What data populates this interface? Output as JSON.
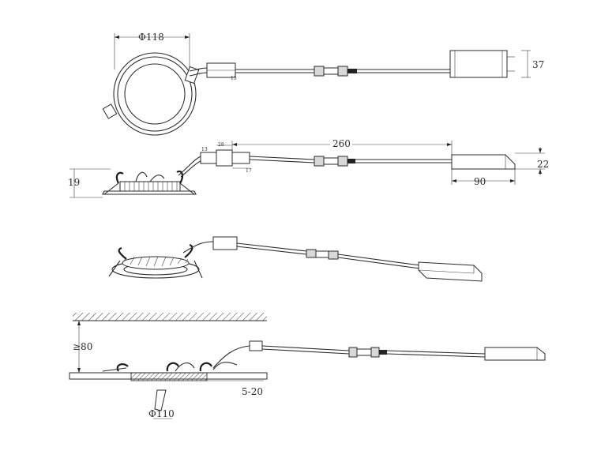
{
  "dimensions": {
    "top_diameter": "Φ118",
    "driver_height_top": "37",
    "small_label_top": "15",
    "cable_length": "260",
    "small_label_a": "13",
    "small_label_b": "28",
    "small_label_c": "17",
    "driver_height": "22",
    "driver_length": "90",
    "fixture_height": "19",
    "ceiling_clearance": "≥80",
    "ceiling_thickness": "5-20",
    "cutout_diameter": "Φ110"
  }
}
